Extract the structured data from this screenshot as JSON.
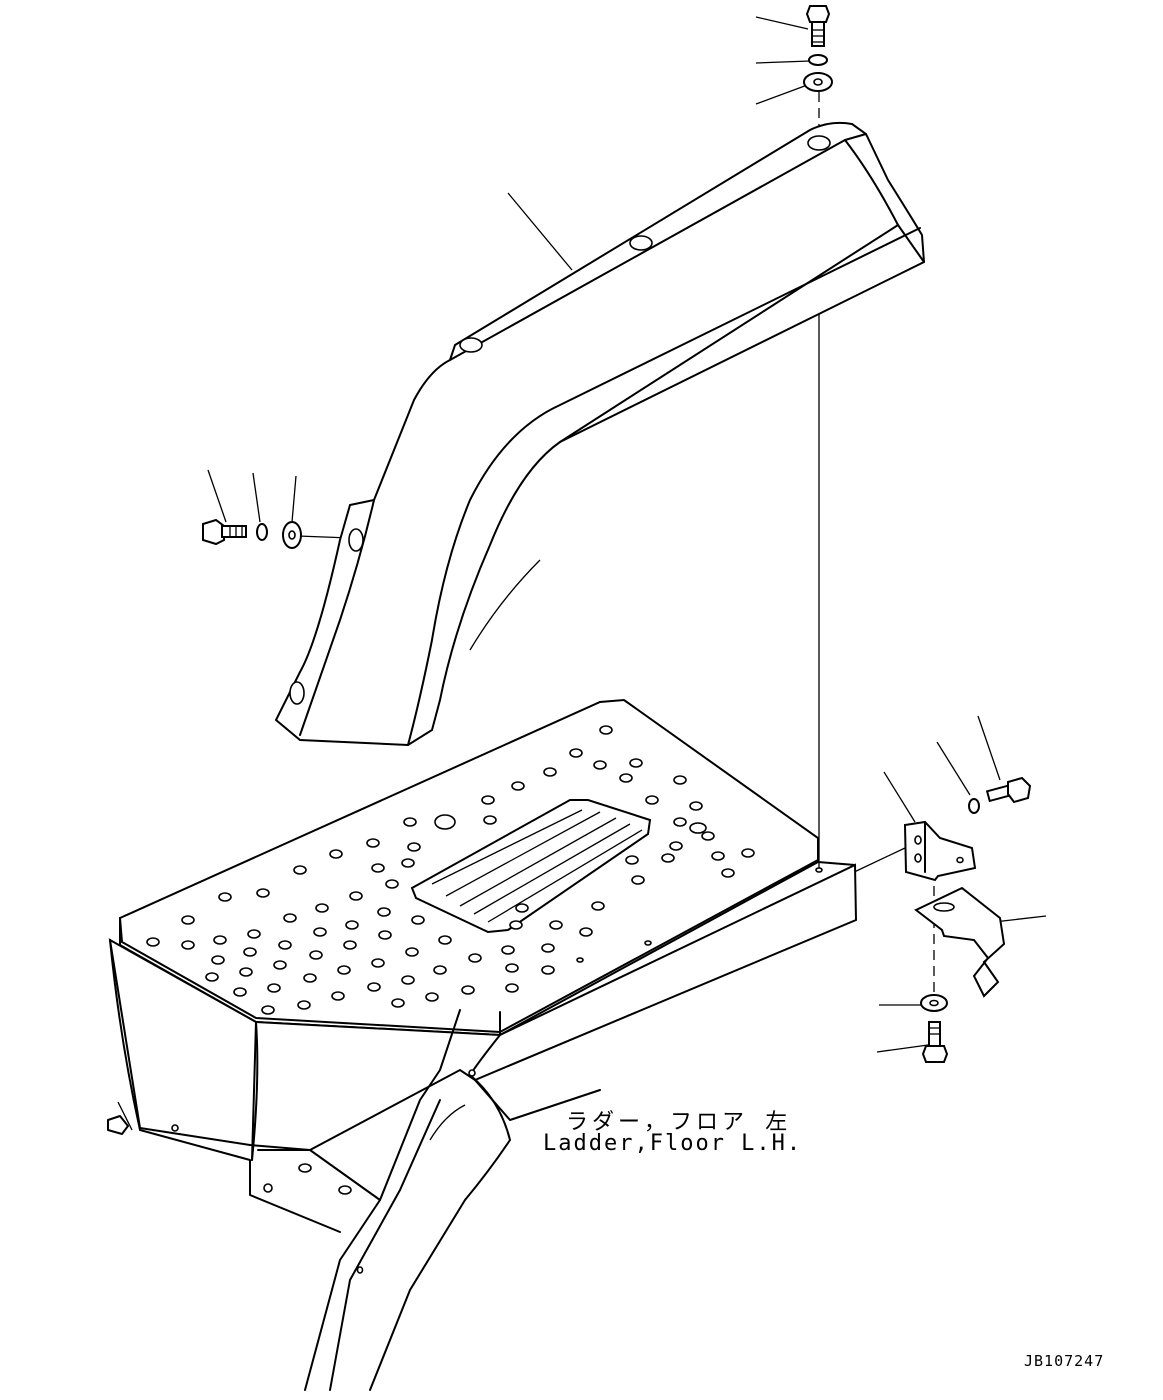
{
  "diagram": {
    "caption_jp": "ラダー，フロア 左",
    "caption_en": "Ladder,Floor L.H.",
    "drawing_number": "JB107247"
  }
}
